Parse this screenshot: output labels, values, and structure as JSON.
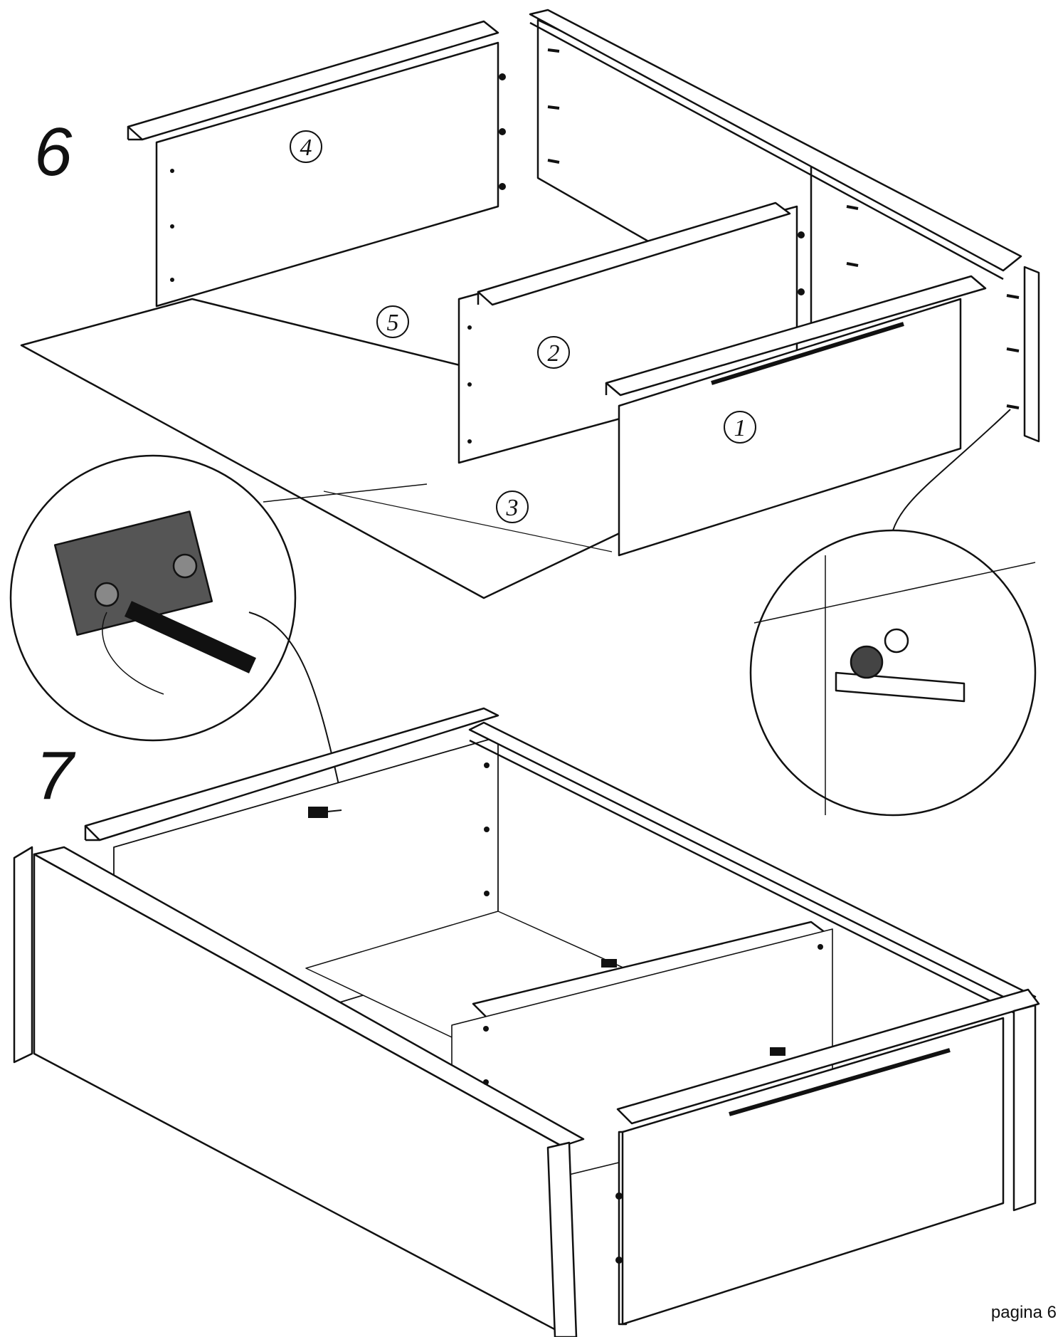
{
  "steps": [
    {
      "number": "6"
    },
    {
      "number": "7"
    }
  ],
  "parts": [
    {
      "label": "1"
    },
    {
      "label": "2"
    },
    {
      "label": "3"
    },
    {
      "label": "4"
    },
    {
      "label": "5"
    }
  ],
  "footer": {
    "page_label": "pagina 6"
  },
  "colors": {
    "line": "#111111",
    "panel": "#ffffff",
    "detail_fill": "#555555"
  }
}
